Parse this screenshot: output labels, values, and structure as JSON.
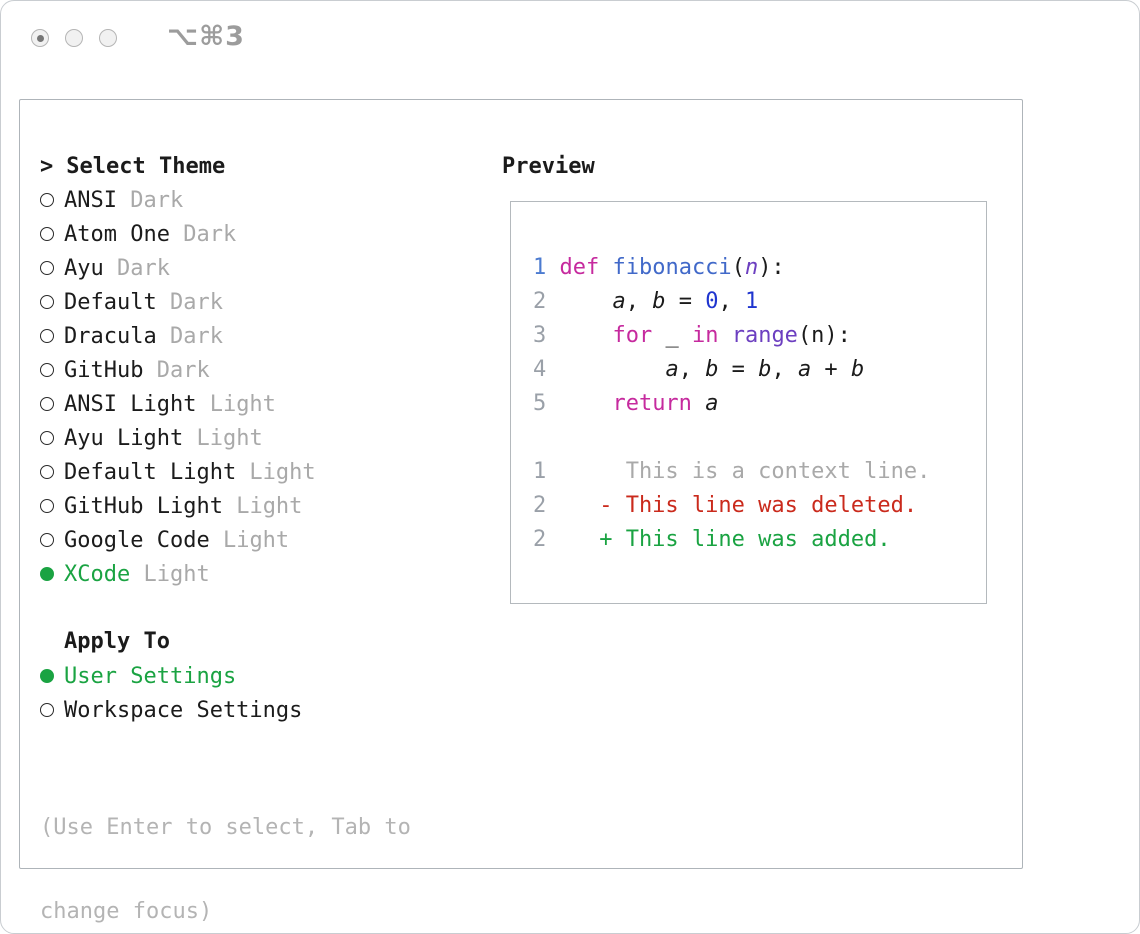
{
  "window": {
    "shortcut_label": "⌥⌘3"
  },
  "theme_picker": {
    "prompt": ">",
    "title": "Select Theme",
    "themes": [
      {
        "name": "ANSI",
        "variant": "Dark",
        "selected": false
      },
      {
        "name": "Atom One",
        "variant": "Dark",
        "selected": false
      },
      {
        "name": "Ayu",
        "variant": "Dark",
        "selected": false
      },
      {
        "name": "Default",
        "variant": "Dark",
        "selected": false
      },
      {
        "name": "Dracula",
        "variant": "Dark",
        "selected": false
      },
      {
        "name": "GitHub",
        "variant": "Dark",
        "selected": false
      },
      {
        "name": "ANSI Light",
        "variant": "Light",
        "selected": false
      },
      {
        "name": "Ayu Light",
        "variant": "Light",
        "selected": false
      },
      {
        "name": "Default Light",
        "variant": "Light",
        "selected": false
      },
      {
        "name": "GitHub Light",
        "variant": "Light",
        "selected": false
      },
      {
        "name": "Google Code",
        "variant": "Light",
        "selected": false
      },
      {
        "name": "XCode",
        "variant": "Light",
        "selected": true
      }
    ],
    "apply_to": {
      "title": "Apply To",
      "options": [
        {
          "label": "User Settings",
          "selected": true
        },
        {
          "label": "Workspace Settings",
          "selected": false
        }
      ]
    },
    "hint": {
      "line1": "(Use Enter to select, Tab to",
      "line2": "change focus)"
    }
  },
  "preview": {
    "title": "Preview",
    "code_lines": [
      {
        "num": "1",
        "num_style": "active",
        "tokens": [
          {
            "text": "def",
            "style": "keyword"
          },
          {
            "text": " ",
            "style": "plain"
          },
          {
            "text": "fibonacci",
            "style": "function"
          },
          {
            "text": "(",
            "style": "plain"
          },
          {
            "text": "n",
            "style": "param"
          },
          {
            "text": "):",
            "style": "plain"
          }
        ]
      },
      {
        "num": "2",
        "tokens": [
          {
            "text": "    ",
            "style": "plain"
          },
          {
            "text": "a",
            "style": "variable"
          },
          {
            "text": ", ",
            "style": "plain"
          },
          {
            "text": "b",
            "style": "variable"
          },
          {
            "text": " = ",
            "style": "plain"
          },
          {
            "text": "0",
            "style": "number"
          },
          {
            "text": ", ",
            "style": "plain"
          },
          {
            "text": "1",
            "style": "number"
          }
        ]
      },
      {
        "num": "3",
        "tokens": [
          {
            "text": "    ",
            "style": "plain"
          },
          {
            "text": "for",
            "style": "keyword"
          },
          {
            "text": " _ ",
            "style": "plain"
          },
          {
            "text": "in",
            "style": "keyword"
          },
          {
            "text": " ",
            "style": "plain"
          },
          {
            "text": "range",
            "style": "type"
          },
          {
            "text": "(n):",
            "style": "plain"
          }
        ]
      },
      {
        "num": "4",
        "tokens": [
          {
            "text": "        ",
            "style": "plain"
          },
          {
            "text": "a",
            "style": "variable"
          },
          {
            "text": ", ",
            "style": "plain"
          },
          {
            "text": "b",
            "style": "variable"
          },
          {
            "text": " = ",
            "style": "plain"
          },
          {
            "text": "b",
            "style": "variable"
          },
          {
            "text": ", ",
            "style": "plain"
          },
          {
            "text": "a",
            "style": "variable"
          },
          {
            "text": " + ",
            "style": "plain"
          },
          {
            "text": "b",
            "style": "variable"
          }
        ]
      },
      {
        "num": "5",
        "tokens": [
          {
            "text": "    ",
            "style": "plain"
          },
          {
            "text": "return",
            "style": "keyword"
          },
          {
            "text": " ",
            "style": "plain"
          },
          {
            "text": "a",
            "style": "variable"
          }
        ]
      }
    ],
    "diff_lines": [
      {
        "num": "1",
        "style": "context",
        "text": "     This is a context line."
      },
      {
        "num": "2",
        "style": "deleted",
        "text": "   - This line was deleted."
      },
      {
        "num": "2",
        "style": "added",
        "text": "   + This line was added."
      }
    ]
  },
  "colors": {
    "accent_green": "#1aa342",
    "added_green": "#1aa342",
    "deleted_red": "#ca2a1c",
    "keyword": "#c62a9e",
    "function_name": "#4169c9",
    "number_literal": "#1f35cf",
    "type_name": "#6c3fc0",
    "param": "#6c3fc0",
    "line_number": "#9aa0a8",
    "line_number_active": "#4c7bd0",
    "muted": "#a9a9a9",
    "hint": "#b4b4b4"
  }
}
